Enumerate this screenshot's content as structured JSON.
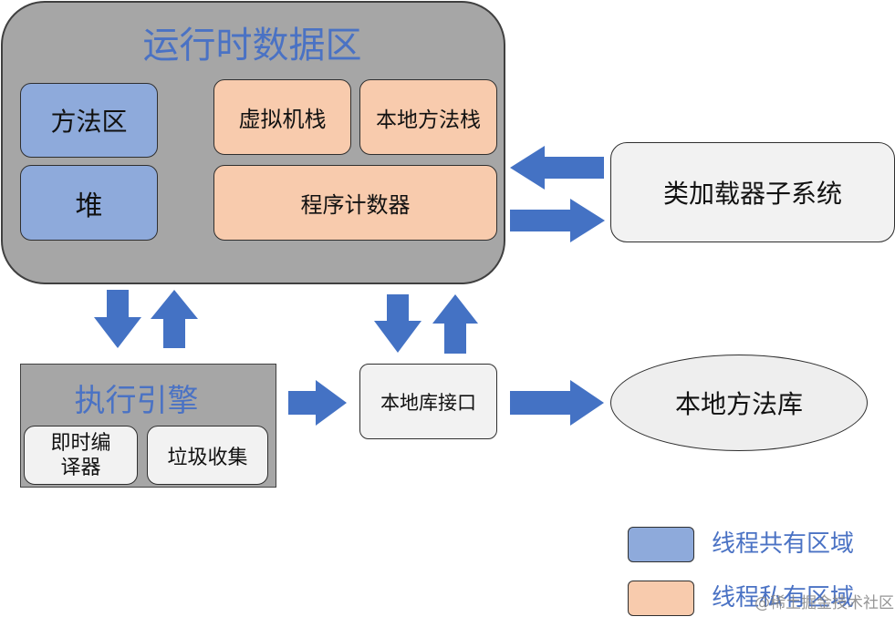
{
  "runtime_area": {
    "title": "运行时数据区",
    "method_area": "方法区",
    "heap": "堆",
    "vm_stack": "虚拟机栈",
    "native_method_stack": "本地方法栈",
    "program_counter": "程序计数器"
  },
  "class_loader": "类加载器子系统",
  "execution_engine": {
    "title": "执行引擎",
    "jit_line1": "即时编",
    "jit_line2": "译器",
    "gc": "垃圾收集"
  },
  "native_interface": "本地库接口",
  "native_library": "本地方法库",
  "legend": [
    {
      "label": "线程共有区域",
      "color": "#8eaadb"
    },
    {
      "label": "线程私有区域",
      "color": "#f8cbad"
    }
  ],
  "colors": {
    "arrow": "#4472c4",
    "shared_region": "#8eaadb",
    "private_region": "#f8cbad",
    "container": "#a6a6a6",
    "title_text": "#4a72c4"
  },
  "watermark": "@稀土掘金技术社区"
}
